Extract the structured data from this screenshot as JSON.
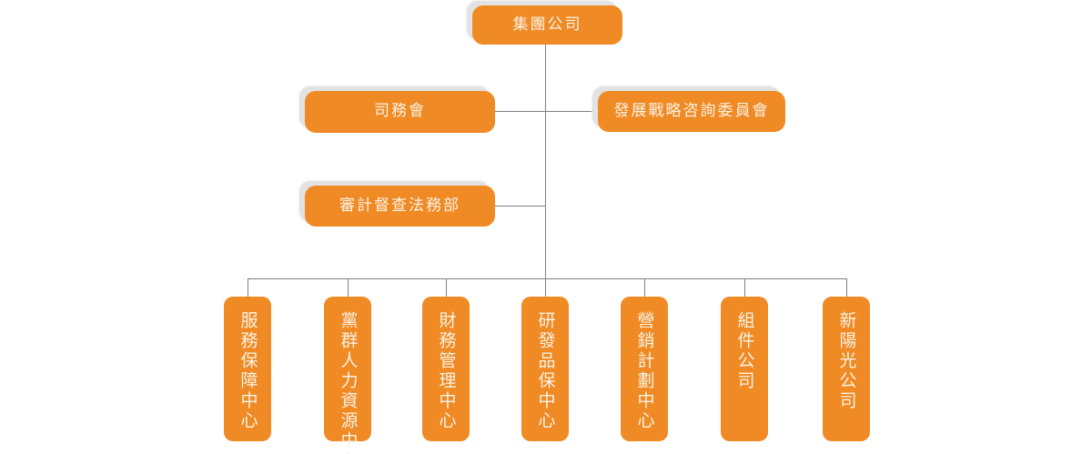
{
  "chart_data": {
    "type": "diagram",
    "diagram_type": "organization-chart",
    "title": "",
    "orientation": "top-down",
    "colors": {
      "node_fill": "#f08a24",
      "node_text": "#faf3e6",
      "connector": "#808080",
      "shadow": "#e2e2e2",
      "background": "#ffffff"
    },
    "levels": [
      {
        "level": 1,
        "nodes": [
          "集團公司"
        ]
      },
      {
        "level": 2,
        "nodes": [
          "司務會",
          "發展戰略咨詢委員會"
        ]
      },
      {
        "level": 3,
        "nodes": [
          "審計督查法務部"
        ]
      },
      {
        "level": 4,
        "nodes": [
          "服務保障中心",
          "黨群人力資源中心",
          "財務管理中心",
          "研發品保中心",
          "營銷計劃中心",
          "組件公司",
          "新陽光公司"
        ]
      }
    ],
    "edges": [
      {
        "from": "集團公司",
        "to": "司務會"
      },
      {
        "from": "集團公司",
        "to": "發展戰略咨詢委員會"
      },
      {
        "from": "集團公司",
        "to": "審計督查法務部"
      },
      {
        "from": "集團公司",
        "to": "服務保障中心"
      },
      {
        "from": "集團公司",
        "to": "黨群人力資源中心"
      },
      {
        "from": "集團公司",
        "to": "財務管理中心"
      },
      {
        "from": "集團公司",
        "to": "研發品保中心"
      },
      {
        "from": "集團公司",
        "to": "營銷計劃中心"
      },
      {
        "from": "集團公司",
        "to": "組件公司"
      },
      {
        "from": "集團公司",
        "to": "新陽光公司"
      }
    ]
  },
  "nodes": {
    "group_company": "集團公司",
    "siwuhui": "司務會",
    "advisory_committee": "發展戰略咨詢委員會",
    "audit_legal": "審計督查法務部",
    "service_support_center": "服務保障中心",
    "party_hr_center": "黨群人力資源中心",
    "finance_center": "財務管理中心",
    "rd_quality_center": "研發品保中心",
    "marketing_planning_center": "營銷計劃中心",
    "module_company": "組件公司",
    "sunshine_company": "新陽光公司"
  }
}
